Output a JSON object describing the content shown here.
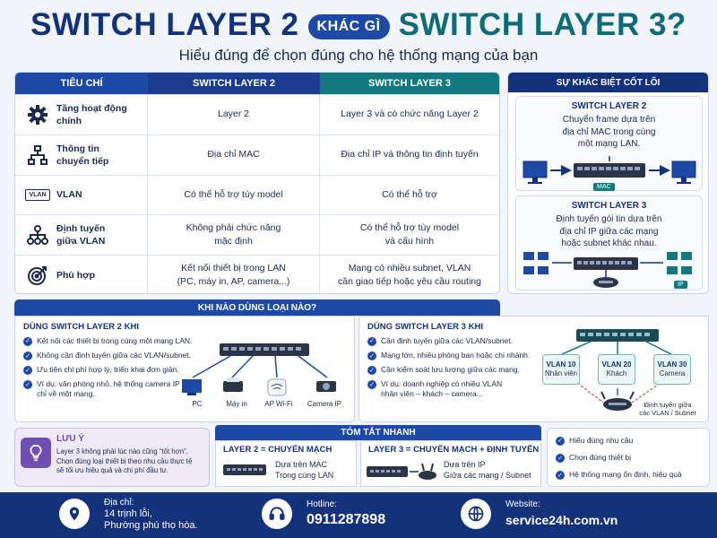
{
  "header": {
    "title_left": "SWITCH LAYER 2",
    "title_pill": "KHÁC GÌ",
    "title_right": "SWITCH LAYER 3?",
    "subtitle": "Hiểu đúng để chọn đúng cho hệ thống mạng của bạn"
  },
  "table": {
    "headers": [
      "TIÊU CHÍ",
      "SWITCH LAYER 2",
      "SWITCH LAYER 3"
    ],
    "rows": [
      {
        "icon": "gear-icon",
        "label": "Tầng hoạt động\nchính",
        "l2": "Layer 2",
        "l3": "Layer 3 và có chức năng Layer 2"
      },
      {
        "icon": "network-hierarchy-icon",
        "label": "Thông tin\nchuyển tiếp",
        "l2": "Địa chỉ MAC",
        "l3": "Địa chỉ IP và thông tin định tuyến"
      },
      {
        "icon": "vlan-icon",
        "icon_text": "VLAN",
        "label": "VLAN",
        "l2": "Có thể hỗ trợ tùy model",
        "l3": "Có thể hỗ trợ"
      },
      {
        "icon": "routing-icon",
        "label": "Định tuyến\ngiữa VLAN",
        "l2": "Không phải chức năng\nmặc định",
        "l3": "Có thể hỗ trợ tùy model\nvà cấu hình"
      },
      {
        "icon": "target-icon",
        "label": "Phù hợp",
        "l2": "Kết nối thiết bị trong LAN\n(PC, máy in, AP, camera...)",
        "l3": "Mạng có nhiều subnet, VLAN\ncần giao tiếp hoặc yêu cầu routing"
      }
    ]
  },
  "core_diff": {
    "title": "SỰ KHÁC BIỆT CỐT LÕI",
    "l2_title": "SWITCH LAYER 2",
    "l2_desc": "Chuyển frame dựa trên\nđịa chỉ MAC trong cùng\nmột mạng LAN.",
    "l2_tag": "MAC",
    "l3_title": "SWITCH LAYER 3",
    "l3_desc": "Định tuyến gói tin dựa trên\nđịa chỉ IP giữa các mạng\nhoặc subnet khác nhau.",
    "l3_tag": "IP"
  },
  "when": {
    "title": "KHI NÀO DÙNG LOẠI NÀO?",
    "l2": {
      "title": "DÙNG SWITCH LAYER 2 KHI",
      "items": [
        "Kết nối các thiết bị trong cùng một mạng LAN.",
        "Không cần định tuyến giữa các VLAN/subnet.",
        "Ưu tiên chi phí hợp lý, triển khai đơn giản.",
        "Ví dụ: văn phòng nhỏ, hệ thống camera IP\nchỉ về một mạng."
      ],
      "devices": [
        "PC",
        "Máy in",
        "AP Wi-Fi",
        "Camera IP"
      ]
    },
    "l3": {
      "title": "DÙNG SWITCH LAYER 3 KHI",
      "items": [
        "Cần định tuyến giữa các VLAN/subnet.",
        "Mạng lớn, nhiều phòng ban hoặc chi nhánh.",
        "Cần kiểm soát lưu lượng giữa các mạng.",
        "Ví dụ: doanh nghiệp có nhiều VLAN\nnhân viên – khách – camera..."
      ],
      "vlans": [
        {
          "id": "VLAN 10",
          "name": "Nhân viên"
        },
        {
          "id": "VLAN 20",
          "name": "Khách"
        },
        {
          "id": "VLAN 30",
          "name": "Camera"
        }
      ],
      "router_note": "Định tuyến giữa\ncác VLAN / Subnet"
    }
  },
  "note": {
    "title": "LƯU Ý",
    "text": "Layer 3 không phải lúc nào cũng “tốt hơn”.\nChọn đúng loại thiết bị theo nhu cầu thực tế\nsẽ tối ưu hiệu quả và chi phí đầu tư."
  },
  "summary": {
    "title": "TÓM TẮT NHANH",
    "l2_title": "LAYER 2 = CHUYỂN MẠCH",
    "l2_desc": "Dựa trên MAC\nTrong cùng LAN",
    "l3_title": "LAYER 3 = CHUYỂN MẠCH + ĐỊNH TUYẾN",
    "l3_desc": "Dựa trên IP\nGiữa các mạng / Subnet"
  },
  "checklist": [
    "Hiểu đúng nhu cầu",
    "Chọn đúng thiết bị",
    "Hệ thống mạng ổn định, hiệu quả"
  ],
  "footer": {
    "address_label": "Địa chỉ:",
    "address": "14 trịnh lỗi,\nPhường phú thọ hòa.",
    "hotline_label": "Hotline:",
    "hotline": "0911287898",
    "website_label": "Website:",
    "website": "service24h.com.vn"
  },
  "colors": {
    "navy": "#14327c",
    "blue": "#1d4aa6",
    "teal": "#117a7e",
    "purple": "#6f4fb0"
  }
}
